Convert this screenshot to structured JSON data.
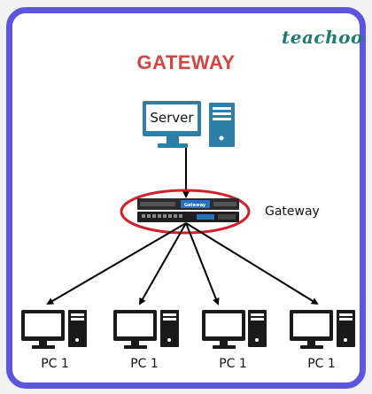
{
  "brand": {
    "name": "teachoo"
  },
  "title": "GATEWAY",
  "server": {
    "label": "Server"
  },
  "gateway": {
    "label": "Gateway",
    "device_text": "Gateway"
  },
  "pcs": [
    {
      "label": "PC 1"
    },
    {
      "label": "PC 1"
    },
    {
      "label": "PC 1"
    },
    {
      "label": "PC 1"
    }
  ],
  "colors": {
    "frame": "#5b55e0",
    "title": "#d4463f",
    "brand": "#1f7a72",
    "monitor": "#2e7fa8",
    "ellipse": "#d21f2a",
    "pc_body": "#1a1a1a"
  }
}
